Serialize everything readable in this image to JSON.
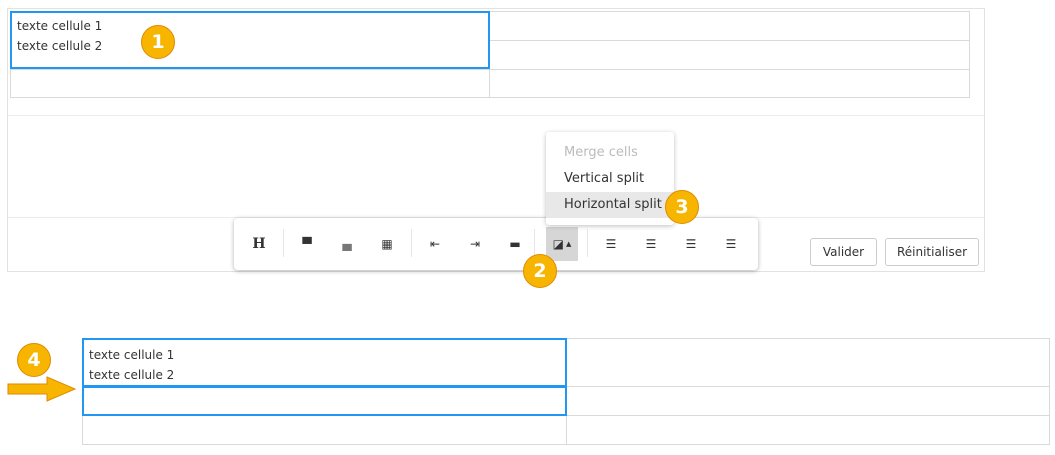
{
  "top_table": {
    "cell1_line1": "texte cellule 1",
    "cell1_line2": "texte cellule 2"
  },
  "toolbar": {
    "heading": "H",
    "icons": [
      "insert-row-above-icon",
      "insert-row-below-icon",
      "delete-row-icon",
      "insert-column-left-icon",
      "insert-column-right-icon",
      "delete-column-icon",
      "cell-split-icon",
      "align-left-icon",
      "align-center-icon",
      "align-right-icon",
      "align-justify-icon"
    ]
  },
  "menu": {
    "items": [
      {
        "label": "Merge cells",
        "disabled": true
      },
      {
        "label": "Vertical split"
      },
      {
        "label": "Horizontal split",
        "highlighted": true
      }
    ]
  },
  "buttons": {
    "validate": "Valider",
    "reset": "Réinitialiser"
  },
  "badges": [
    "1",
    "2",
    "3",
    "4"
  ],
  "bottom_table": {
    "cell1_line1": "texte cellule 1",
    "cell1_line2": "texte cellule 2"
  },
  "colors": {
    "accent": "#2196f3",
    "badge": "#f8b500"
  }
}
